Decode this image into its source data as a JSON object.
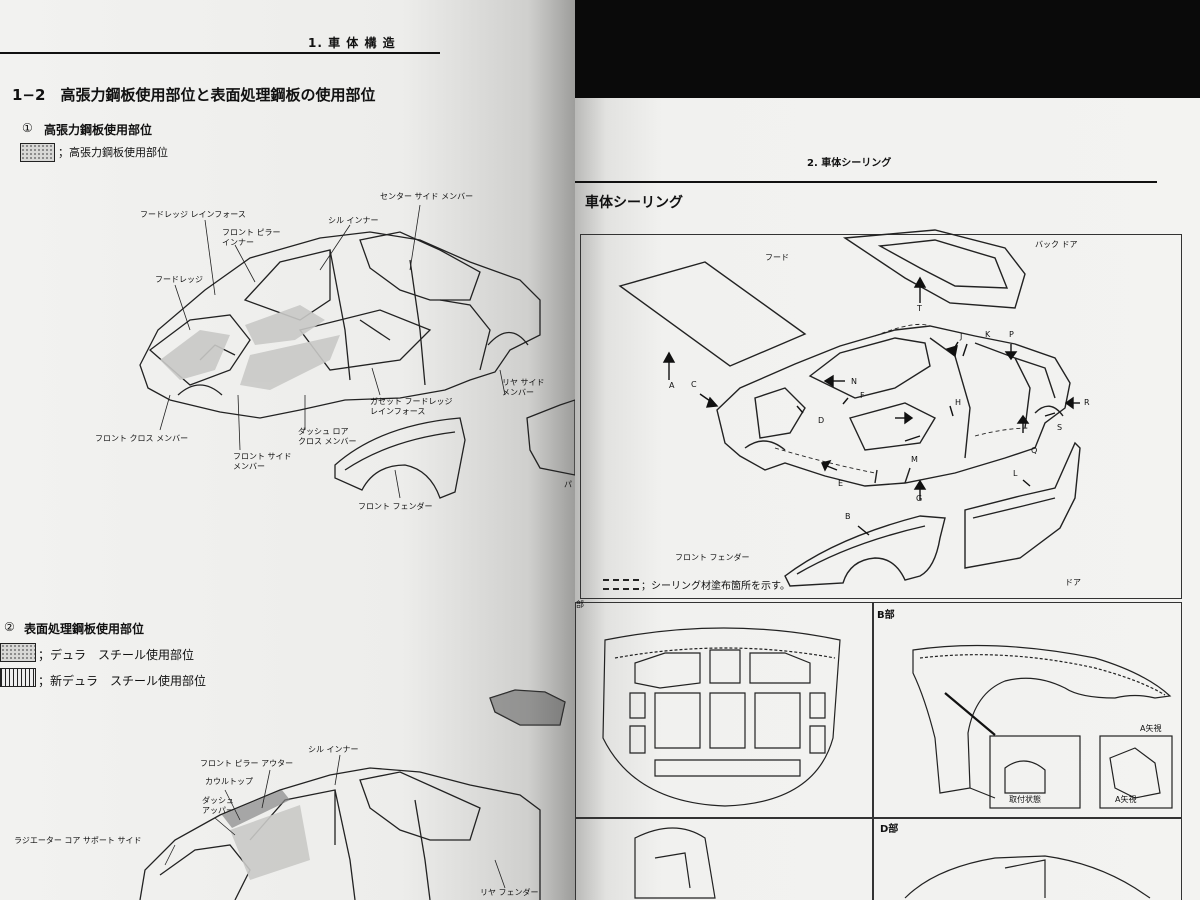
{
  "left": {
    "header": "1. 車 体 構 造",
    "section_title": "1−2　高張力鋼板使用部位と表面処理鋼板の使用部位",
    "sub1": {
      "num": "①",
      "title": "高張力鋼板使用部位",
      "legend": "；高張力鋼板使用部位"
    },
    "labels1": {
      "hood_ledge_reinforce": "フードレッジ レインフォース",
      "front_pillar_inner": "フロント ピラー\nインナー",
      "sill_inner": "シル インナー",
      "center_side_member": "センター サイド メンバー",
      "hood_ledge": "フードレッジ",
      "rear_side_member": "リヤ サイド\nメンバー",
      "gusset": "ガセット フードレッジ\nレインフォース",
      "dash_lower": "ダッシュ ロア\nクロス メンバー",
      "front_cross_member": "フロント クロス メンバー",
      "front_side_member": "フロント サイド\nメンバー",
      "front_fender": "フロント フェンダー",
      "cut_off": "パ"
    },
    "sub2": {
      "num": "②",
      "title": "表面処理鋼板使用部位",
      "legend_a": "；デュラ　スチール使用部位",
      "legend_b": "；新デュラ　スチール使用部位"
    },
    "labels2": {
      "front_pillar_outer": "フロント ピラー アウター",
      "sill_inner": "シル インナー",
      "cowl_top": "カウルトップ",
      "dash_upper": "ダッシュ\nアッパー",
      "radiator_core": "ラジエーター コア サポート サイド",
      "rear_fender": "リヤ フェンダー"
    }
  },
  "right": {
    "header": "2. 車体シーリング",
    "title": "車体シーリング",
    "labels": {
      "hood": "フード",
      "back_door": "バック ドア",
      "front_fender": "フロント フェンダー",
      "door": "ドア",
      "note": "；シーリング材塗布箇所を示す。"
    },
    "letters": [
      "A",
      "C",
      "T",
      "J",
      "K",
      "P",
      "N",
      "F",
      "D",
      "H",
      "M",
      "Q",
      "S",
      "R",
      "E",
      "G",
      "L",
      "B"
    ],
    "detail_panels": {
      "a_tag": "部",
      "b_title": "B部",
      "d_title": "D部",
      "a_view": "A矢視",
      "mount_state": "取付状態",
      "a_view2": "A矢視"
    }
  }
}
